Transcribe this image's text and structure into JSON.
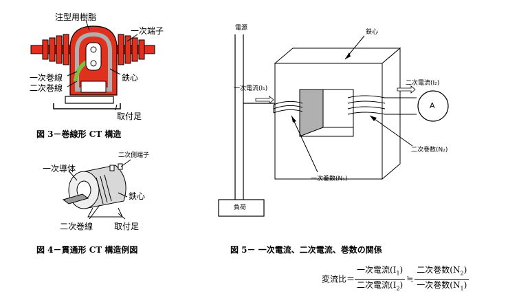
{
  "fig3": {
    "caption": "図 3－巻線形 CT 構造",
    "labels": {
      "resin": "注型用樹脂",
      "primary_terminal": "一次端子",
      "primary_winding": "一次巻線",
      "iron_core": "鉄心",
      "secondary_winding": "二次巻線",
      "mounting_foot": "取付足"
    }
  },
  "fig4": {
    "caption": "図 4－貫通形 CT 構造例図",
    "labels": {
      "secondary_terminal": "二次側端子",
      "primary_conductor": "一次導体",
      "iron_core": "鉄心",
      "secondary_winding": "二次巻線",
      "mounting_foot": "取付足"
    }
  },
  "fig5": {
    "caption": "図 5－ 一次電流、二次電流、巻数の関係",
    "labels": {
      "power_source": "電源",
      "iron_core": "鉄心",
      "primary_current": "一次電流(I₁)",
      "secondary_current": "二次電流(I₂)",
      "ammeter": "A",
      "secondary_turns": "二次巻数(N₂)",
      "primary_turns": "一次巻数(N₁)",
      "load": "負荷"
    }
  },
  "formula": {
    "lhs": "変流比＝",
    "frac1_num": "一次電流(I",
    "frac1_num_sub": "1",
    "frac1_den": "二次電流(I",
    "frac1_den_sub": "2",
    "approx": "≒",
    "frac2_num": "二次巻数(N",
    "frac2_num_sub": "2",
    "frac2_den": "一次巻数(N",
    "frac2_den_sub": "1",
    "close": ")"
  },
  "colors": {
    "resin_red": "#e0301e",
    "winding_green": "#7fbf3f",
    "core_gray": "#b0b0b0"
  }
}
